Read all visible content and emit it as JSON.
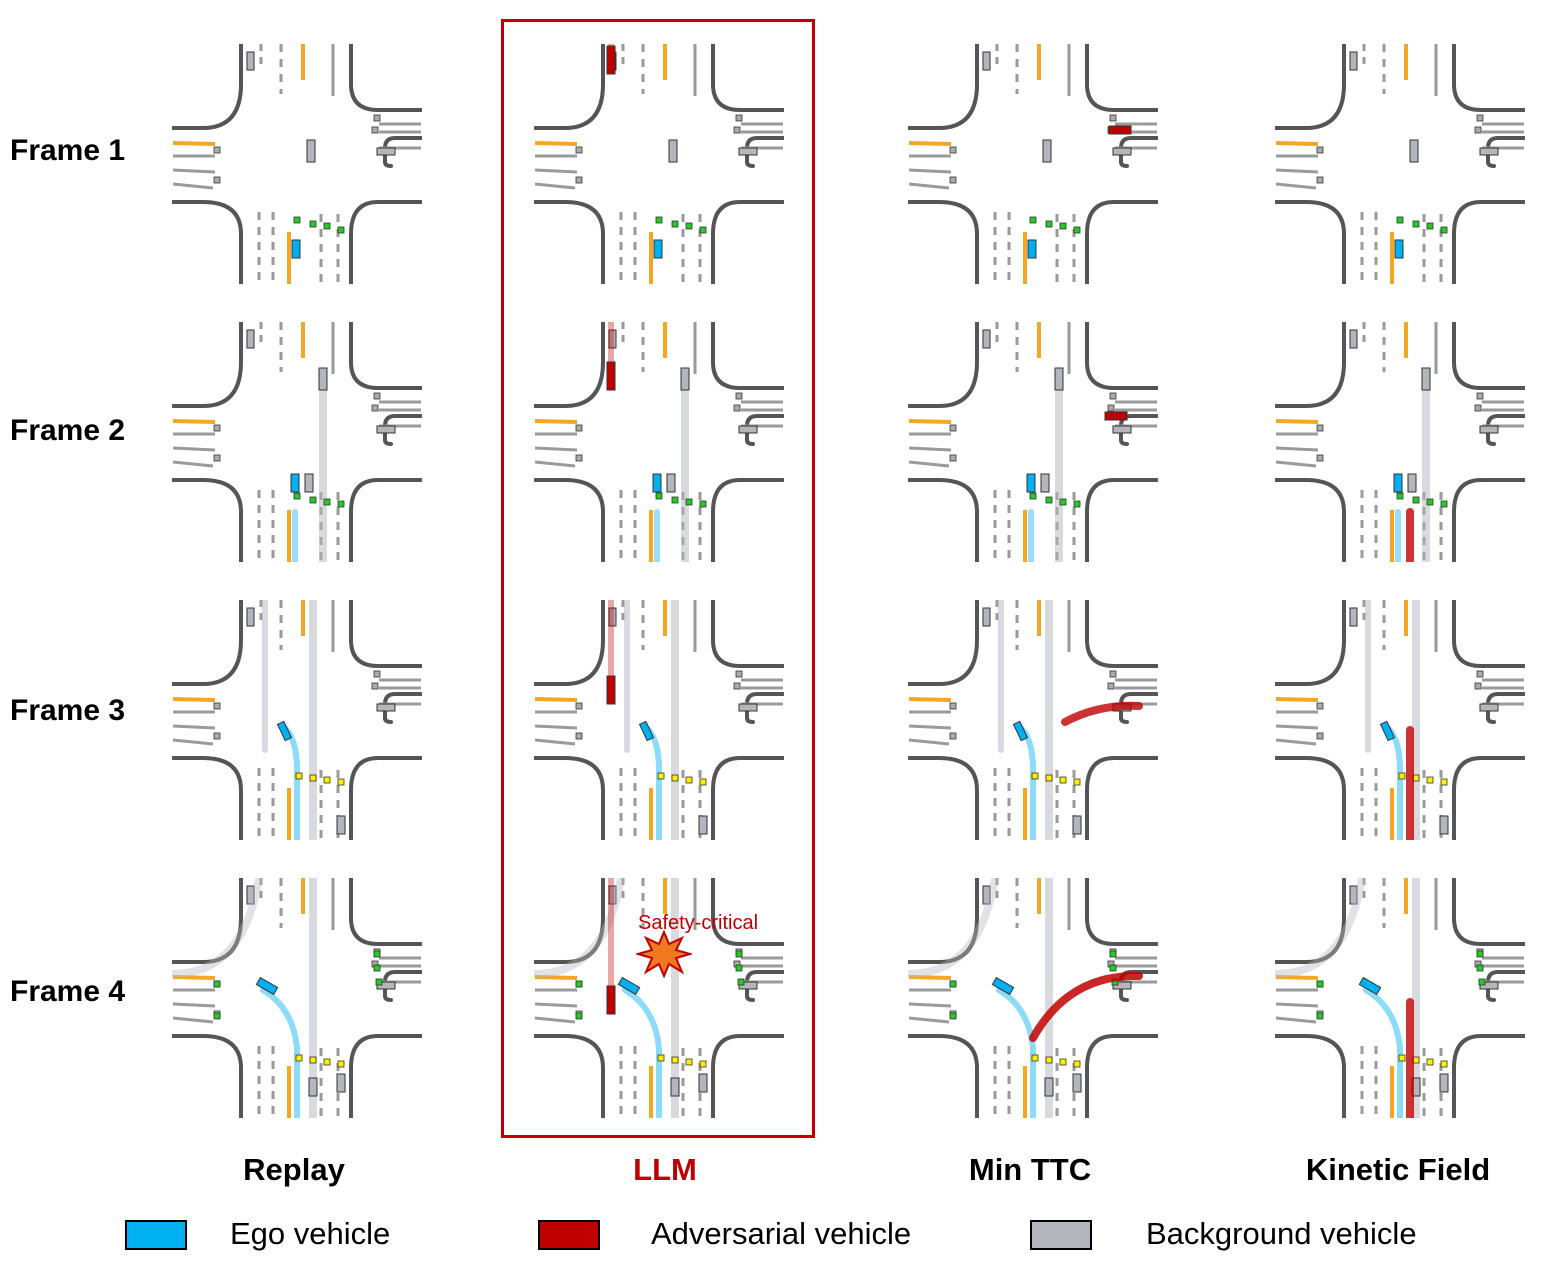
{
  "rows": [
    "Frame 1",
    "Frame 2",
    "Frame 3",
    "Frame 4"
  ],
  "columns": [
    "Replay",
    "LLM",
    "Min TTC",
    "Kinetic Field"
  ],
  "highlighted_column": "LLM",
  "annotation": "Safety-critical",
  "legend": [
    {
      "label": "Ego vehicle",
      "color": "#00b0f0"
    },
    {
      "label": "Adversarial vehicle",
      "color": "#c00000"
    },
    {
      "label": "Background vehicle",
      "color": "#b4b6bd"
    }
  ],
  "colors": {
    "ego": "#00b0f0",
    "adversarial": "#c00000",
    "background": "#b4b6bd",
    "road_edge": "#555555",
    "lane_marking": "#9a9a9a",
    "stop_line": "#f5a623",
    "pedestrian_green": "#22cc22",
    "pedestrian_yellow": "#ffee00",
    "highlight_border": "#c00000"
  }
}
